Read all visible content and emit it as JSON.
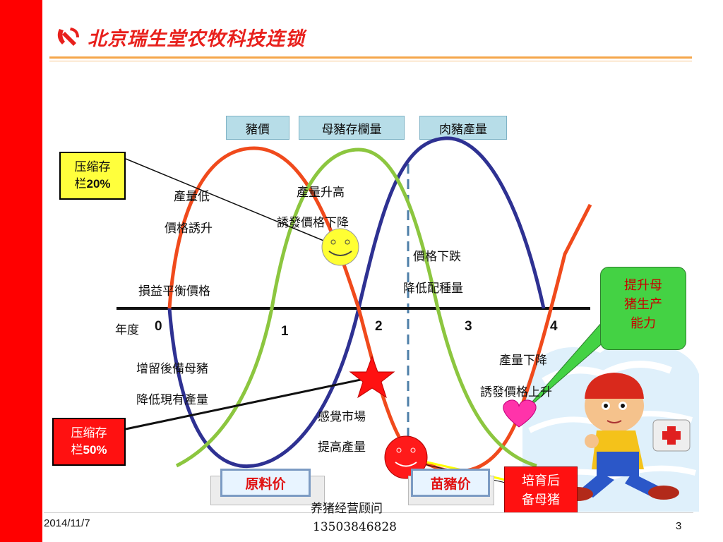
{
  "brand": {
    "title": "北京瑞生堂农牧科技连锁",
    "accent": "#e8201c"
  },
  "headers": [
    "豬價",
    "母豬存欄量",
    "肉豬產量"
  ],
  "labels": {
    "low_output": "產量低",
    "price_up": "價格誘升",
    "output_up": "產量升高",
    "trigger_down": "誘發價格下降",
    "price_fall": "價格下跌",
    "reduce_breeding": "降低配種量",
    "breakeven": "損益平衡價格",
    "keep_sows": "增留後備母豬",
    "reduce_sows": "降低現有產量",
    "sense_market": "感覺市場",
    "raise_output": "提高產量",
    "output_down": "產量下降",
    "trigger_up": "誘發價格上升"
  },
  "axis": {
    "year_label": "年度",
    "ticks": [
      "0",
      "1",
      "2",
      "3",
      "4"
    ]
  },
  "callouts": {
    "compress20": {
      "line1": "压缩存",
      "line2a": "栏",
      "line2b": "20%"
    },
    "compress50": {
      "line1": "压缩存",
      "line2a": "栏",
      "line2b": "50%"
    },
    "improve": {
      "line1": "提升母",
      "line2": "猪生产",
      "line3": "能力"
    },
    "cultivate": {
      "line1": "培育后",
      "line2": "备母猪"
    }
  },
  "buttons": {
    "raw_price": "原料价",
    "piglet_price": "苗豬价"
  },
  "footer": {
    "date": "2014/11/7",
    "advisor": "养猪经营顾问",
    "phone": "13503846828",
    "page": "3"
  },
  "colors": {
    "red_curve": "#f04a1c",
    "green_curve": "#8cc63f",
    "blue_curve": "#2e3192",
    "dashed": "#4e7fa8"
  }
}
